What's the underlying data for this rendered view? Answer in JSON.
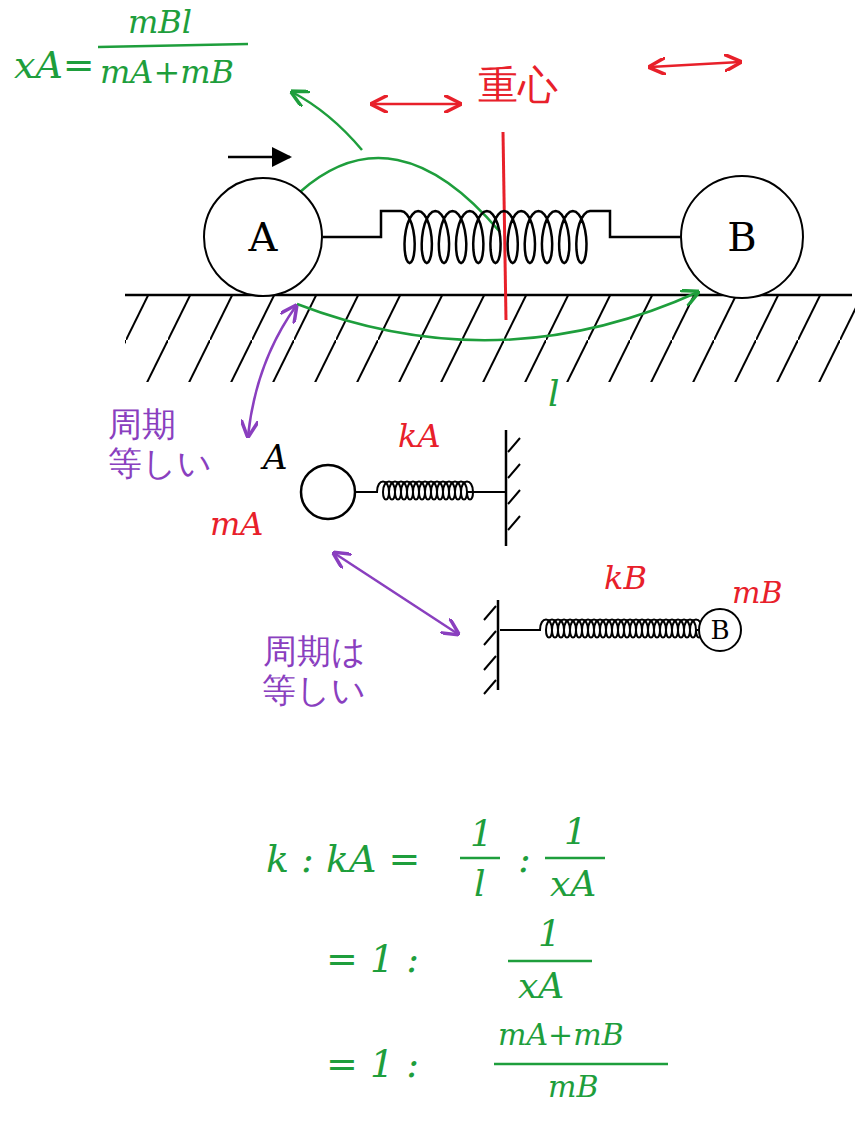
{
  "diagram": {
    "nodes": [
      {
        "text": [
          "A"
        ]
      },
      {
        "text": [
          "B"
        ]
      },
      {
        "text": [
          "B"
        ]
      }
    ],
    "edges": [
      {
        "from": 0,
        "to": 1,
        "arrow": "none"
      }
    ],
    "labels": [
      "xA=",
      "mBl",
      "mA+mB",
      "重心",
      "l",
      "周期 等しい",
      "A",
      "kA",
      "mA",
      "周期は 等しい",
      "kB",
      "mB",
      "k : kA =",
      "1",
      "l",
      ":",
      "1",
      "xA",
      "= 1 :",
      "1",
      "xA",
      "= 1 :",
      "mA+mB",
      "mB"
    ]
  }
}
